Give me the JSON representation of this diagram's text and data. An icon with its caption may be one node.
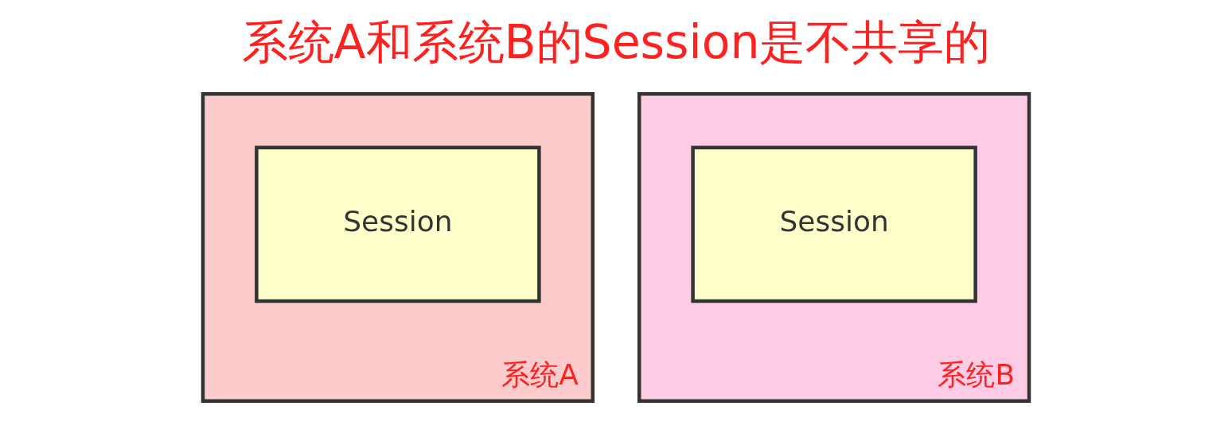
{
  "diagram": {
    "title": "系统A和系统B的Session是不共享的",
    "nodes": [
      {
        "text": [
          "系统A"
        ]
      },
      {
        "text": [
          "Session"
        ],
        "in": 0
      },
      {
        "text": [
          "系统B"
        ]
      },
      {
        "text": [
          "Session"
        ],
        "in": 2
      }
    ]
  }
}
